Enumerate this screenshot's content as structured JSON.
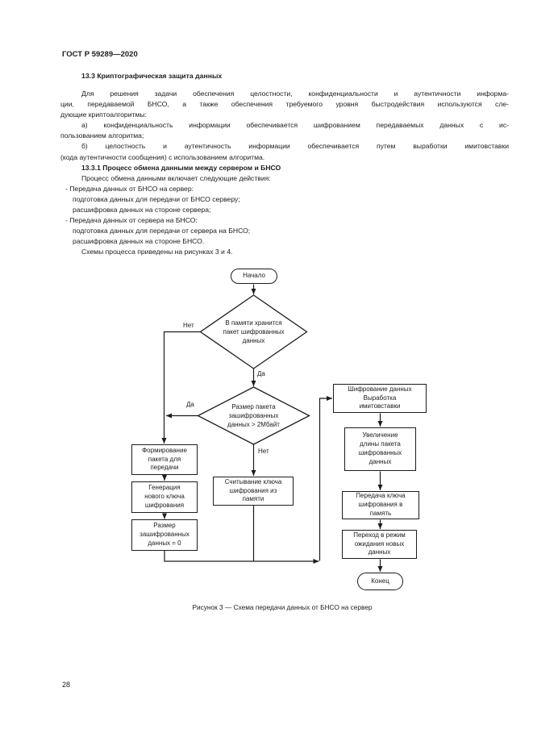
{
  "page": {
    "header": "ГОСТ Р 59289—2020",
    "number": "28"
  },
  "section": {
    "heading": "13.3 Криптографическая защита данных",
    "lines": [
      "Для решения задачи обеспечения целостности, конфиденциальности и аутентичности информа-",
      "ции, передаваемой БНСО, а также обеспечения требуемого уровня быстродействия используются сле-",
      "дующие криптоалгоритмы:",
      "а) конфиденциальность информации обеспечивается шифрованием передаваемых данных с ис-",
      "пользованием алгоритма;",
      "б) целостность и аутентичность информации обеспечивается путем выработки имитовставки",
      "(кода аутентичности сообщения) с использованием алгоритма.",
      "13.3.1 Процесс обмена данными между сервером и БНСО",
      "Процесс обмена данными включает следующие действия:",
      "- Передача данных от БНСО на сервер:",
      "подготовка данных для передачи от БНСО серверу;",
      "расшифровка данных на стороне сервера;",
      "- Передача данных от сервера на БНСО:",
      "подготовка данных для передачи от сервера на БНСО;",
      "расшифровка данных на стороне БНСО.",
      "Схемы процесса приведены на рисунках 3 и 4."
    ],
    "figure_caption": "Рисунок 3 — Схема передачи данных от БНСО на сервер"
  },
  "flowchart": {
    "start": "Начало",
    "end": "Конец",
    "decision_memory": "В памяти хранится\nпакет шифрованных\nданных",
    "decision_size": "Размер пакета\nзашифрованных\nданных > 2Мбайт",
    "form_packet": "Формирование\nпакета для\nпередачи",
    "generate_key": "Генерация\nнового ключа\nшифрования",
    "size_zero": "Размер\nзашифрованных\nданных = 0",
    "read_key": "Считывание ключа\nшифрования из\nпамяти",
    "encrypt_data": "Шифрование данных\nВыработка\nимитовставки",
    "increase_length": "Увеличение\nдлины пакета\nшифрованных\nданных",
    "store_key": "Передача ключа\nшифрования в\nпамять",
    "wait_mode": "Переход в режим\nожидания новых\nданных",
    "label_no_1": "Нет",
    "label_yes_1": "Да",
    "label_yes_2": "Да",
    "label_no_2": "Нет"
  },
  "colors": {
    "ink": "#1c1c1c",
    "paper": "#ffffff"
  }
}
